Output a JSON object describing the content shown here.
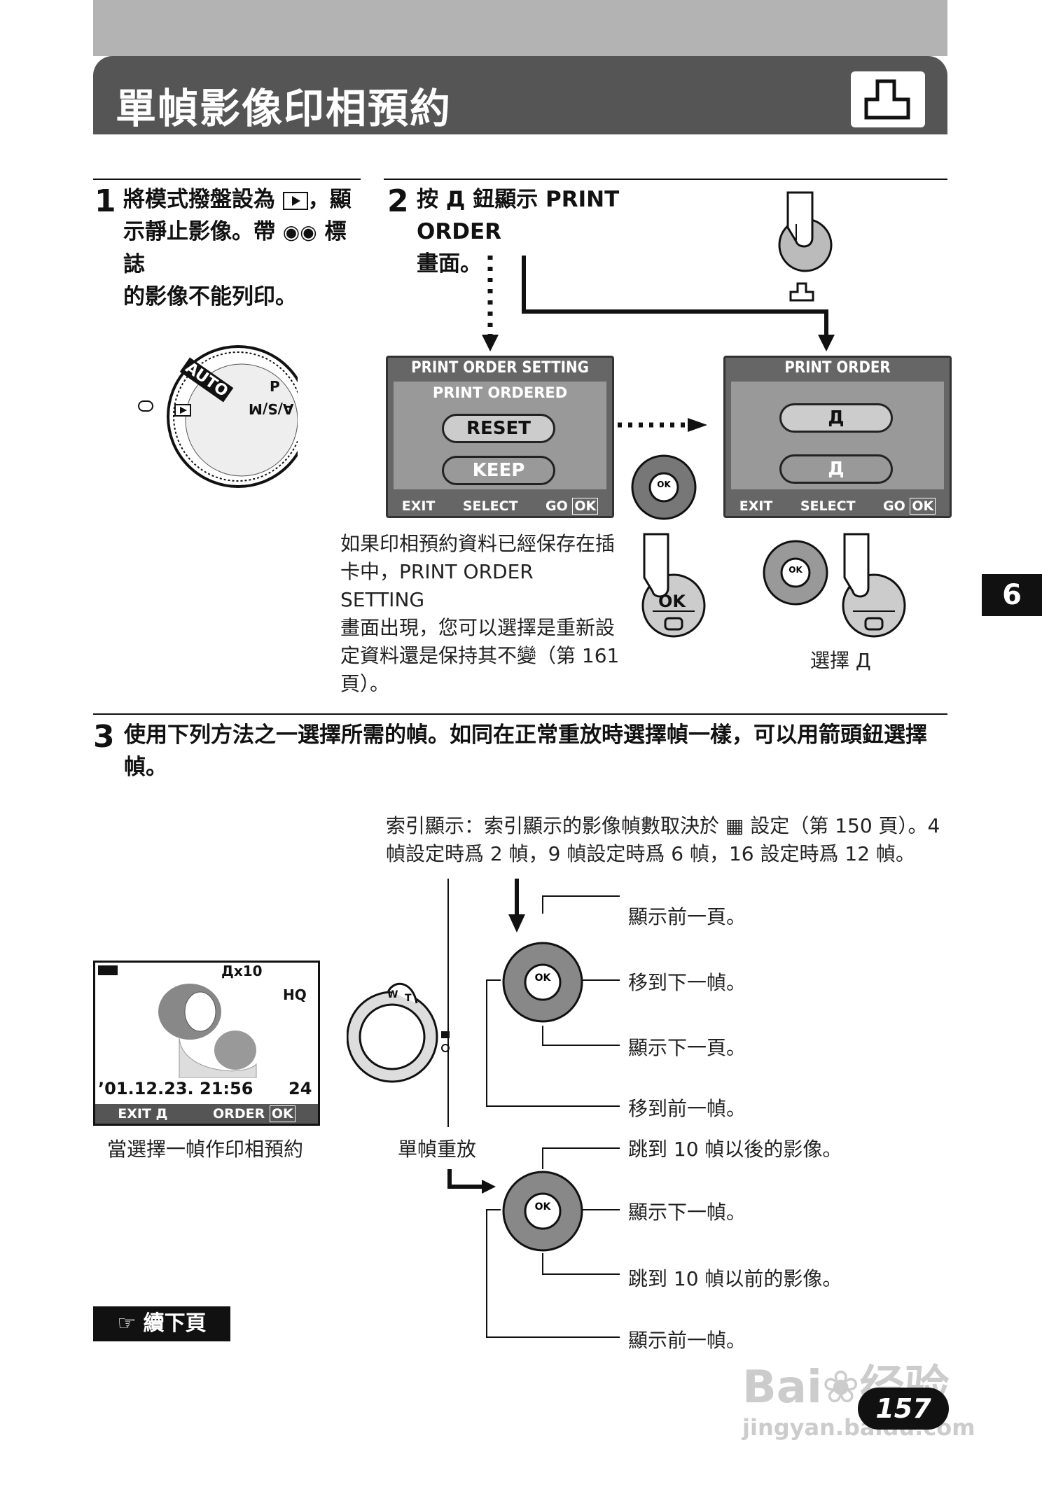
{
  "header": {
    "title": "單幀影像印相預約"
  },
  "side_tab": "6",
  "step1": {
    "number": "1",
    "text_1": "將模式撥盤設為",
    "text_2": "，顯",
    "text_3": "示靜止影像。帶",
    "text_4": "標誌",
    "text_5": "的影像不能列印。"
  },
  "dial": {
    "auto": "AUTO",
    "p": "P",
    "asm": "A/S/M"
  },
  "step2": {
    "number": "2",
    "text_1": "按",
    "text_2": "鈕顯示 PRINT ORDER",
    "text_3": "畫面。"
  },
  "screen_setting": {
    "title": "PRINT ORDER SETTING",
    "subtitle": "PRINT ORDERED",
    "btn_reset": "RESET",
    "btn_keep": "KEEP",
    "foot_exit": "EXIT",
    "foot_select": "SELECT",
    "foot_go": "GO",
    "foot_ok": "OK"
  },
  "screen_order": {
    "title": "PRINT ORDER",
    "foot_exit": "EXIT",
    "foot_select": "SELECT",
    "foot_go": "GO",
    "foot_ok": "OK"
  },
  "step2_note": [
    "如果印相預約資料已經保存在插",
    "卡中，PRINT ORDER SETTING",
    "畫面出現，您可以選擇是重新設",
    "定資料還是保持其不變（第 161",
    "頁）。"
  ],
  "select_label": "選擇",
  "ok_label": "OK",
  "step3": {
    "number": "3",
    "line_1": "使用下列方法之一選擇所需的幀。如同在正常重放時選擇幀一樣，可以用箭頭鈕選擇",
    "line_2": "幀。"
  },
  "index_note": [
    "索引顯示：索引顯示的影像幀數取決於",
    "設定（第 150 頁）。4",
    "幀設定時爲 2 幀，9 幀設定時爲 6 幀，16 設定時爲 12 幀。"
  ],
  "camera_screen": {
    "count": "x10",
    "quality": "HQ",
    "datetime": "’01.12.23. 21:56",
    "frame": "24",
    "foot_exit": "EXIT",
    "foot_order": "ORDER",
    "foot_ok": "OK"
  },
  "caption_screen": "當選擇一幀作印相預約",
  "caption_single": "單幀重放",
  "zoom_labels": {
    "w": "W",
    "t": "T"
  },
  "index_arrows": [
    "顯示前一頁。",
    "移到下一幀。",
    "顯示下一頁。",
    "移到前一幀。"
  ],
  "single_arrows": [
    "跳到 10 幀以後的影像。",
    "顯示下一幀。",
    "跳到 10 幀以前的影像。",
    "顯示前一幀。"
  ],
  "continue": "續下頁",
  "page_number": "157",
  "watermark": {
    "brand": "Bai",
    "brand2": "经验",
    "url": "jingyan.baidu.com"
  }
}
